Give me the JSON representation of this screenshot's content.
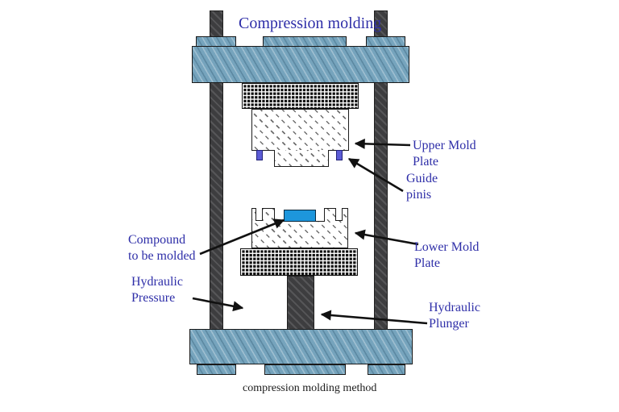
{
  "diagram": {
    "title": "Compression molding",
    "caption": "compression molding method",
    "labels": {
      "upper_mold_plate": "Upper Mold\nPlate",
      "guide_pins": "Guide\npinis",
      "lower_mold_plate": "Lower Mold\nPlate",
      "compound": "Compound\nto be molded",
      "hydraulic_pressure": "Hydraulic\nPressure",
      "hydraulic_plunger": "Hydraulic\nPlunger"
    }
  },
  "colors": {
    "label_text": "#2e2ea8",
    "caption_text": "#1b1b1b",
    "plate_blue": "#76a4bd",
    "column_dark": "#3d3d3f",
    "compound_blue": "#1d96dc",
    "guide_pin": "#5c5cd6"
  }
}
